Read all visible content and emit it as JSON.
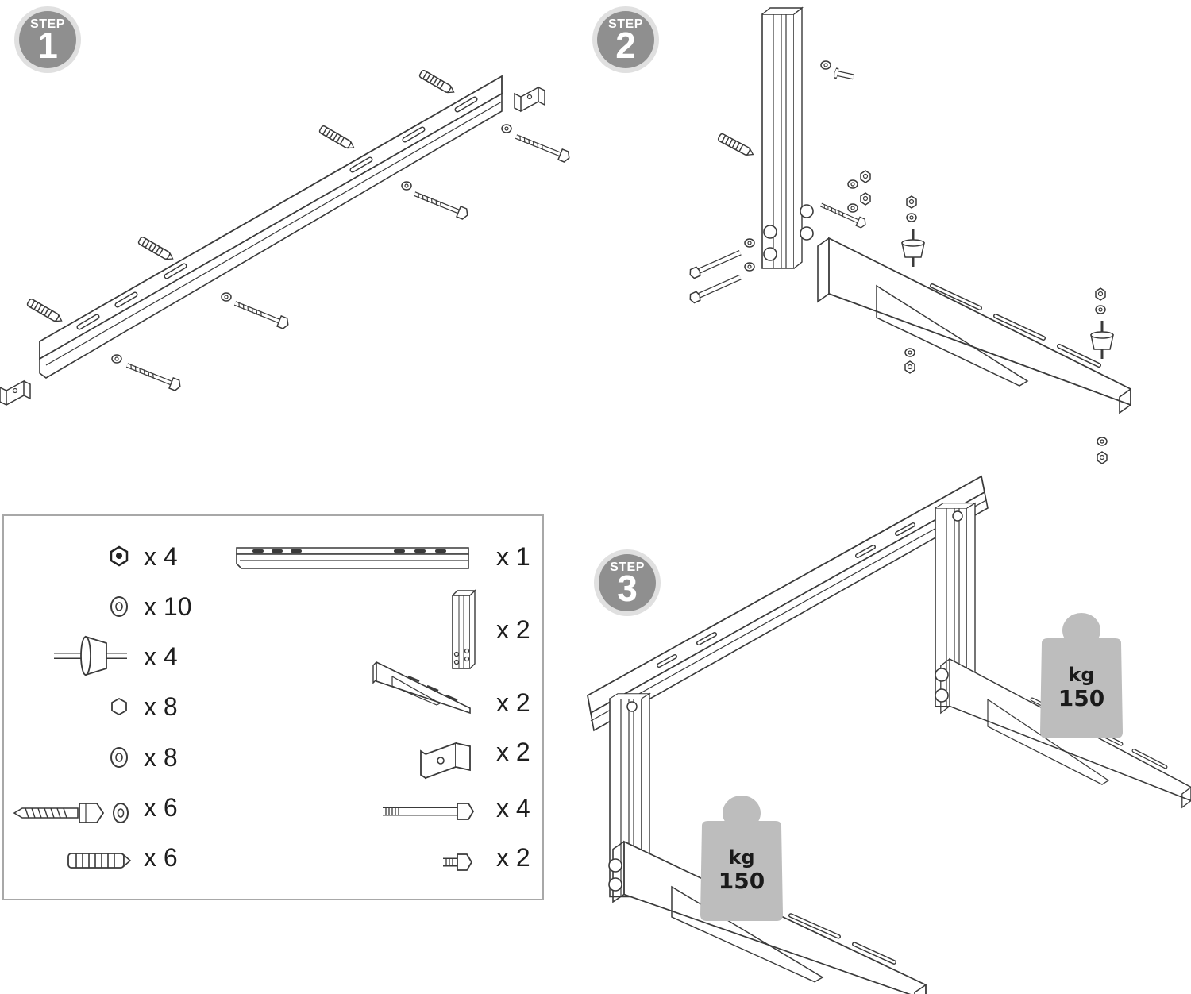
{
  "steps": [
    {
      "word": "STEP",
      "number": "1"
    },
    {
      "word": "STEP",
      "number": "2"
    },
    {
      "word": "STEP",
      "number": "3"
    }
  ],
  "parts_left": [
    {
      "icon": "nut-icon",
      "qty": "x 4"
    },
    {
      "icon": "washer-icon",
      "qty": "x 10"
    },
    {
      "icon": "rubber-damper-icon",
      "qty": "x 4"
    },
    {
      "icon": "hex-nut-icon",
      "qty": "x 8"
    },
    {
      "icon": "washer-icon",
      "qty": "x 8"
    },
    {
      "icon": "lag-screw-icon",
      "qty": "x 6"
    },
    {
      "icon": "wall-plug-icon",
      "qty": "x 6"
    }
  ],
  "parts_right": [
    {
      "icon": "wall-rail-icon",
      "qty": "x 1"
    },
    {
      "icon": "vertical-post-icon",
      "qty": "x 2"
    },
    {
      "icon": "support-arm-icon",
      "qty": "x 2"
    },
    {
      "icon": "end-clip-icon",
      "qty": "x 2"
    },
    {
      "icon": "long-bolt-icon",
      "qty": "x 4"
    },
    {
      "icon": "short-bolt-icon",
      "qty": "x 2"
    }
  ],
  "weights": [
    {
      "unit": "kg",
      "value": "150"
    },
    {
      "unit": "kg",
      "value": "150"
    }
  ],
  "colors": {
    "badge": "#8f8f8f",
    "line": "#3a3a3a",
    "weight": "#bdbdbd",
    "box_border": "#a8a8a8"
  }
}
